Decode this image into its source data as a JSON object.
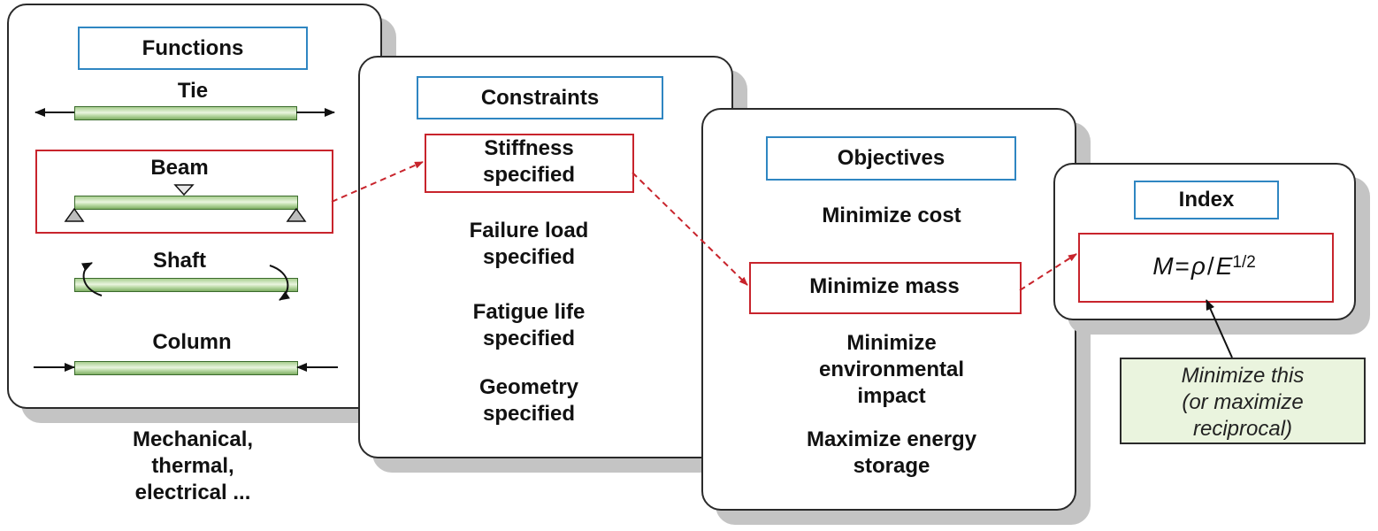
{
  "functions": {
    "title": "Functions",
    "tie": "Tie",
    "beam": "Beam",
    "shaft": "Shaft",
    "column": "Column",
    "footer": "Mechanical,\nthermal,\nelectrical ..."
  },
  "constraints": {
    "title": "Constraints",
    "items": [
      "Stiffness\nspecified",
      "Failure load\nspecified",
      "Fatigue life\nspecified",
      "Geometry\nspecified"
    ]
  },
  "objectives": {
    "title": "Objectives",
    "items": [
      "Minimize cost",
      "Minimize mass",
      "Minimize\nenvironmental\nimpact",
      "Maximize energy\nstorage"
    ]
  },
  "index": {
    "title": "Index",
    "formula_lhs": "M",
    "formula_eq": "=",
    "formula_rho": "ρ",
    "formula_slash": "/",
    "formula_e": "E",
    "formula_exp": "1/2"
  },
  "note": "Minimize this\n(or maximize\nreciprocal)",
  "colors": {
    "highlight": "#c8242c",
    "title_border": "#2f86c2",
    "bar_green": "#a9cf8f",
    "note_fill": "#eaf4de"
  }
}
